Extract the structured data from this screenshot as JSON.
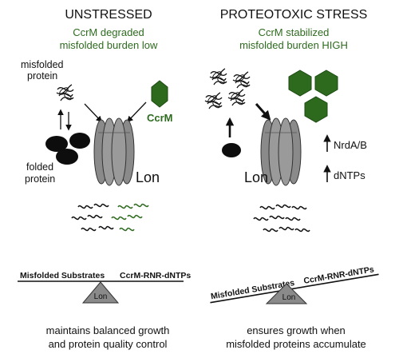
{
  "colors": {
    "ccrm_green": "#2d6a1e",
    "subtitle_green": "#2e6b1f",
    "lon_gray": "#8a8a8a",
    "ink": "#111111"
  },
  "left_panel": {
    "title": "UNSTRESSED",
    "subtitle_line1": "CcrM degraded",
    "subtitle_line2": "misfolded burden low",
    "misfolded_label_line1": "misfolded",
    "misfolded_label_line2": "protein",
    "folded_label_line1": "folded",
    "folded_label_line2": "protein",
    "ccrm_label": "CcrM",
    "lon_label": "Lon",
    "balance_left": "Misfolded Substrates",
    "balance_right": "CcrM-RNR-dNTPs",
    "fulcrum_label": "Lon",
    "caption_line1": "maintains balanced growth",
    "caption_line2": "and protein quality control"
  },
  "right_panel": {
    "title": "PROTEOTOXIC STRESS",
    "subtitle_line1": "CcrM stabilized",
    "subtitle_line2": "misfolded burden HIGH",
    "nrd_label": "NrdA/B",
    "dntp_label": "dNTPs",
    "lon_label": "Lon",
    "balance_left": "Misfolded Substrates",
    "balance_right": "CcrM-RNR-dNTPs",
    "fulcrum_label": "Lon",
    "caption_line1": "ensures growth when",
    "caption_line2": "misfolded proteins accumulate"
  }
}
